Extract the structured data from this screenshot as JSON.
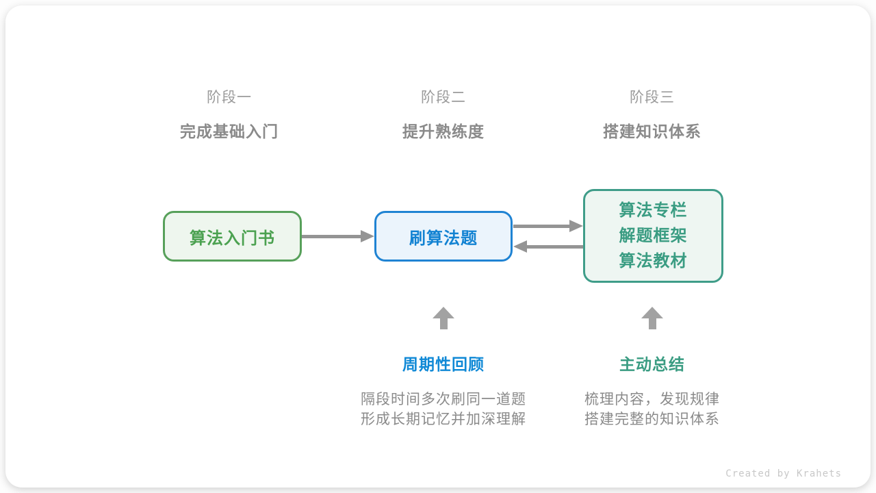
{
  "stages": [
    {
      "label": "阶段一",
      "subtitle": "完成基础入门"
    },
    {
      "label": "阶段二",
      "subtitle": "提升熟练度"
    },
    {
      "label": "阶段三",
      "subtitle": "搭建知识体系"
    }
  ],
  "boxes": [
    {
      "title": "算法入门书",
      "border_color": "#57a05a",
      "bg_color": "#eef6ee",
      "text_color": "#4ba150"
    },
    {
      "title": "刷算法题",
      "border_color": "#1f83d3",
      "bg_color": "#ebf4fc",
      "text_color": "#1282d2"
    },
    {
      "lines": [
        "算法专栏",
        "解题框架",
        "算法教材"
      ],
      "border_color": "#3f9d89",
      "bg_color": "#eef6f2",
      "text_color": "#3a9c82"
    }
  ],
  "annotations": [
    {
      "title": "周期性回顾",
      "title_color": "#1089d6",
      "lines": [
        "隔段时间多次刷同一道题",
        "形成长期记忆并加深理解"
      ]
    },
    {
      "title": "主动总结",
      "title_color": "#3a9c82",
      "lines": [
        "梳理内容，发现规律",
        "搭建完整的知识体系"
      ]
    }
  ],
  "footer": {
    "credit": "Created by Krahets"
  },
  "colors": {
    "arrow_gray": "#949494",
    "up_arrow_gray": "#a2a2a2",
    "heading_gray": "#9b9b9b",
    "subtitle_gray": "#8a8a8a",
    "desc_gray": "#8a8a8a",
    "credit_gray": "#c8c8c8",
    "card_bg": "#ffffff"
  }
}
